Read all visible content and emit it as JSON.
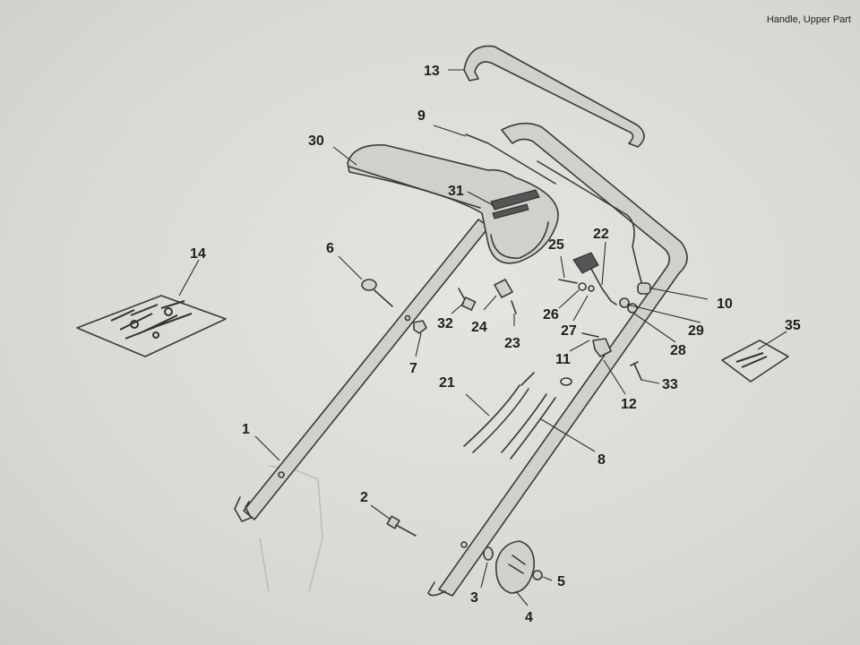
{
  "title": "Handle, Upper Part",
  "labels": {
    "p1": "1",
    "p2": "2",
    "p3": "3",
    "p4": "4",
    "p5": "5",
    "p6": "6",
    "p7": "7",
    "p8": "8",
    "p9": "9",
    "p10": "10",
    "p11": "11",
    "p12": "12",
    "p13": "13",
    "p14": "14",
    "p21": "21",
    "p22": "22",
    "p23": "23",
    "p24": "24",
    "p25": "25",
    "p26": "26",
    "p27": "27",
    "p28": "28",
    "p29": "29",
    "p30": "30",
    "p31": "31",
    "p32": "32",
    "p33": "33",
    "p35": "35"
  }
}
